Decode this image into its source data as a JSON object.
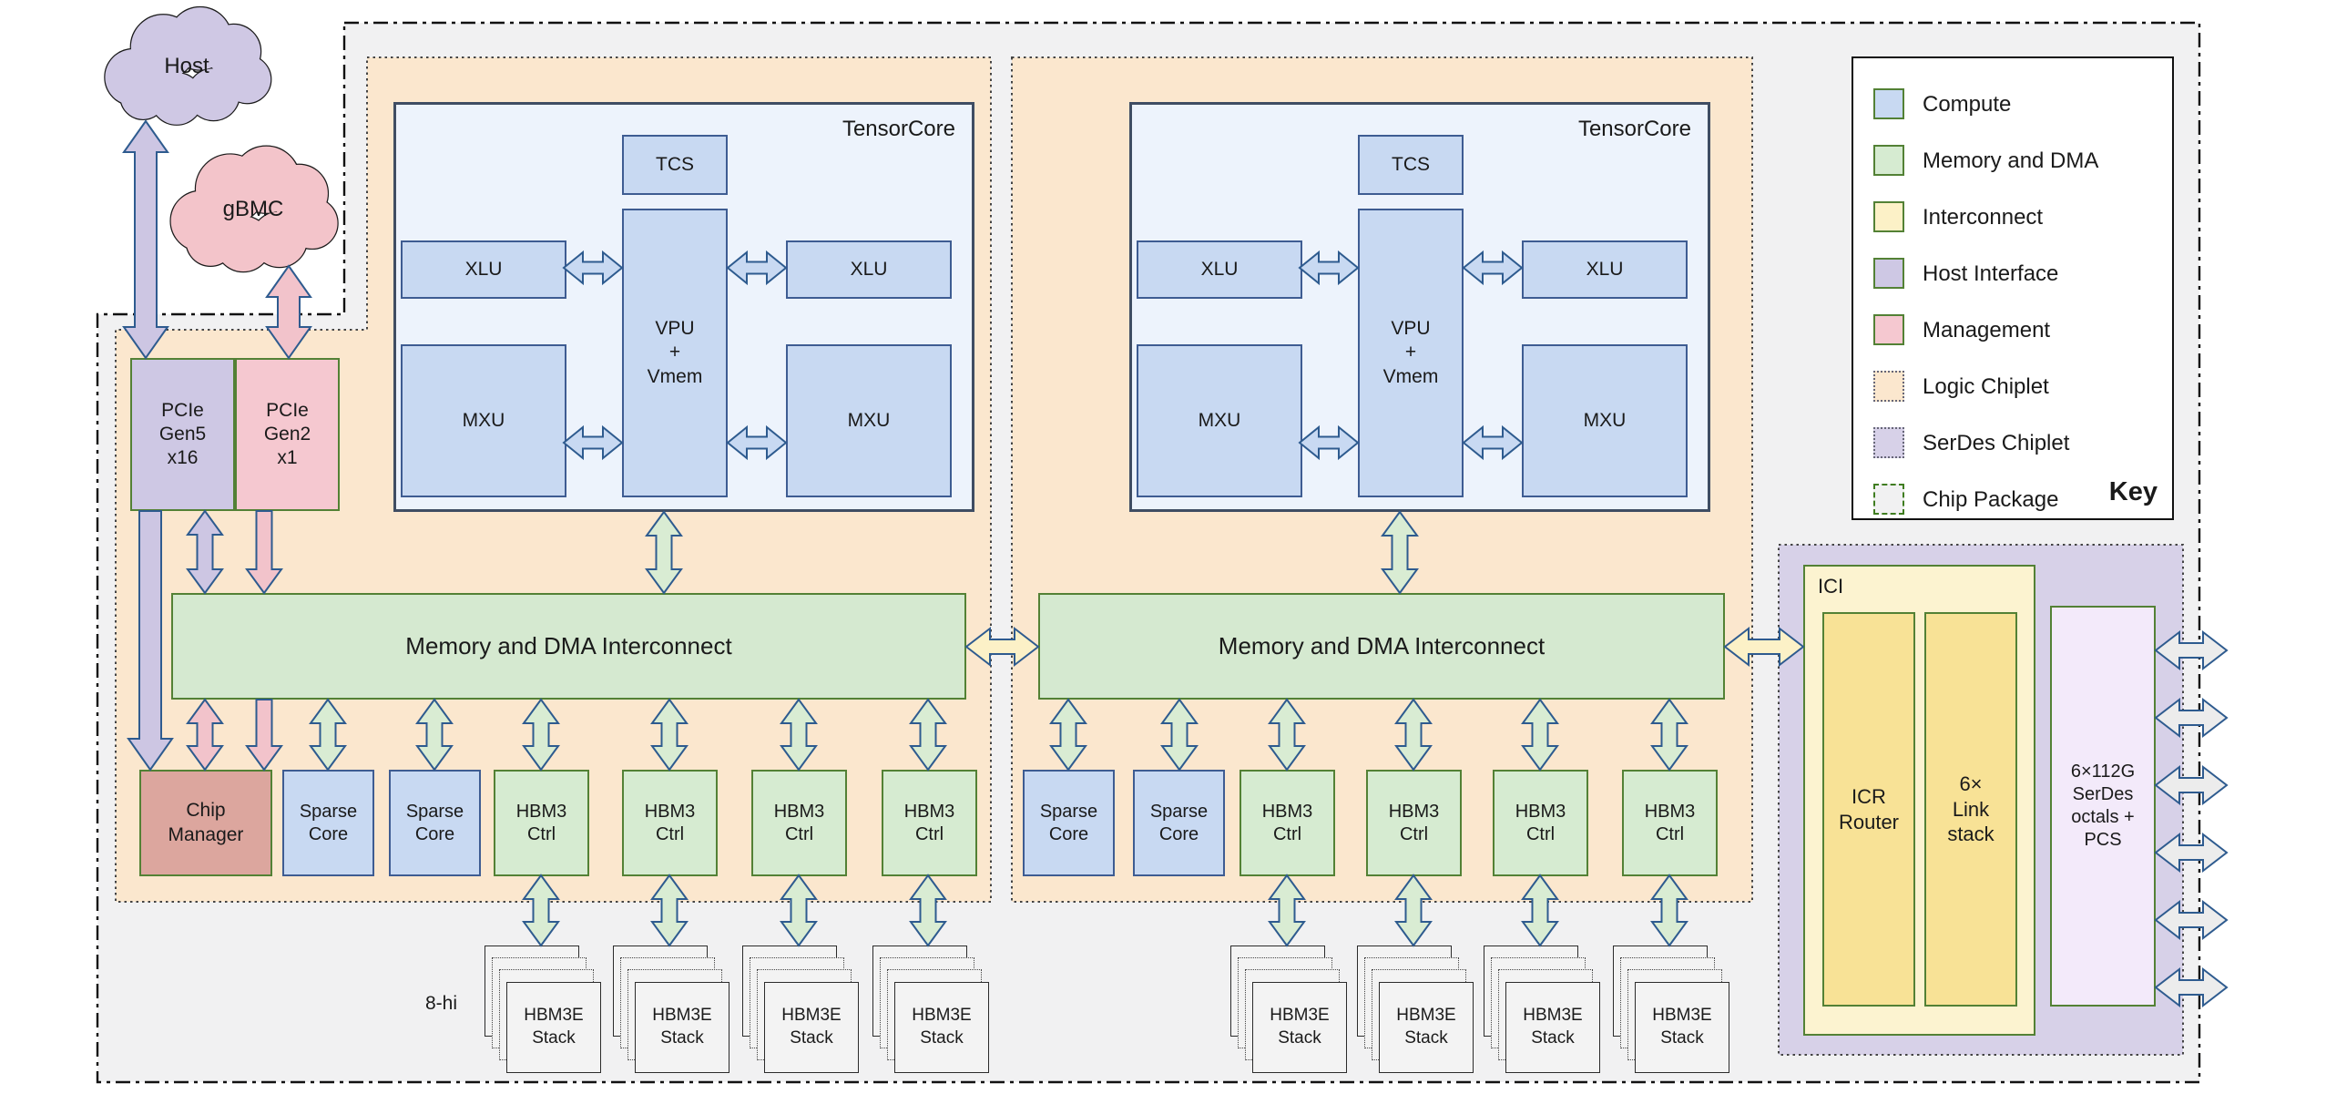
{
  "clouds": {
    "host": "Host",
    "gbmc": "gBMC"
  },
  "host_interface": {
    "pcie5": "PCIe\nGen5\nx16",
    "pcie2": "PCIe\nGen2\nx1"
  },
  "tensorcore": {
    "title": "TensorCore",
    "tcs": "TCS",
    "vpu": "VPU\n+\nVmem",
    "xlu": "XLU",
    "mxu": "MXU"
  },
  "interconnect": {
    "bar_label": "Memory and DMA Interconnect"
  },
  "blocks": {
    "chip_manager": "Chip\nManager",
    "sparse_core": "Sparse\nCore",
    "hbm3_ctrl": "HBM3\nCtrl"
  },
  "hbm_stack": {
    "label": "HBM3E\nStack",
    "height_note": "8-hi"
  },
  "ici": {
    "title": "ICI",
    "icr_router": "ICR\nRouter",
    "link_stack": "6×\nLink\nstack",
    "serdes": "6×112G\nSerDes\noctals +\nPCS"
  },
  "key": {
    "title": "Key",
    "items": [
      {
        "label": "Compute",
        "swatch": "compute"
      },
      {
        "label": "Memory and DMA",
        "swatch": "memory"
      },
      {
        "label": "Interconnect",
        "swatch": "interconnect"
      },
      {
        "label": "Host Interface",
        "swatch": "host"
      },
      {
        "label": "Management",
        "swatch": "management"
      },
      {
        "label": "Logic Chiplet",
        "swatch": "logic_chiplet"
      },
      {
        "label": "SerDes Chiplet",
        "swatch": "serdes_chiplet"
      },
      {
        "label": "Chip Package",
        "swatch": "chip_package"
      }
    ]
  },
  "colors": {
    "compute": "#c8d9f2",
    "memory": "#d6ebd1",
    "interconnect": "#fcf1c7",
    "host": "#cec8e4",
    "management": "#f5c8d0",
    "logic_chiplet": "#fbe7ce",
    "serdes_chiplet": "#d7d1e8",
    "chip_package": "#f1f1f2",
    "chip_manager": "#dca69e",
    "serdes_box": "#f3eafa",
    "box_border_green": "#538135",
    "arrow_outline": "#2e5b8f"
  }
}
